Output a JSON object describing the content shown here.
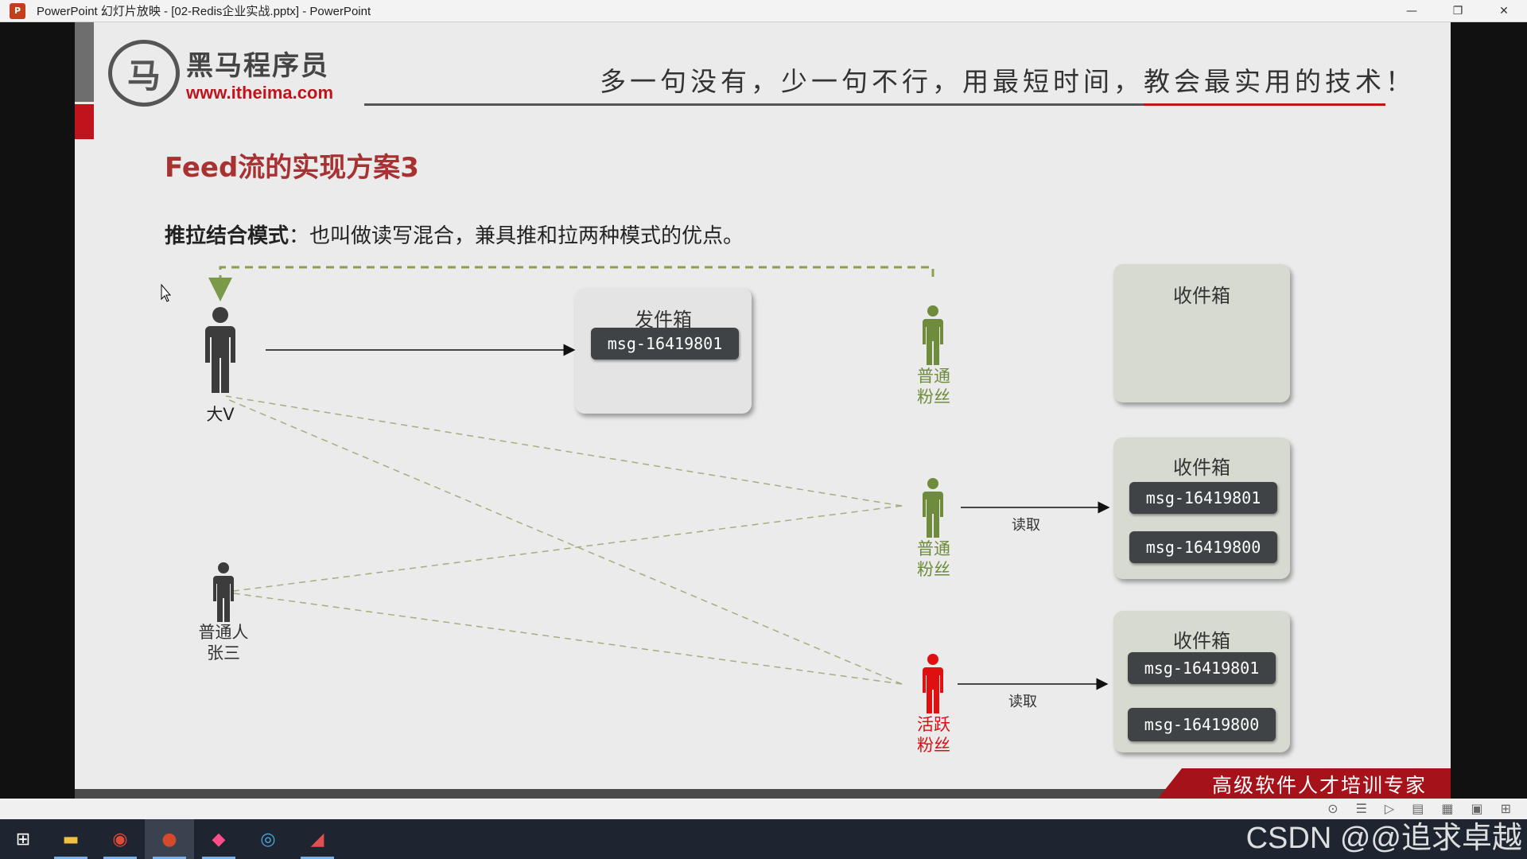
{
  "window": {
    "title": "PowerPoint 幻灯片放映 - [02-Redis企业实战.pptx] - PowerPoint",
    "icon": "P",
    "controls": [
      "—",
      "❐",
      "✕"
    ]
  },
  "slide": {
    "logo_mark": "马",
    "logo_cn": "黑马程序员",
    "logo_url": "www.itheima.com",
    "slogan": "多一句没有，少一句不行，用最短时间，教会最实用的技术！",
    "title": "Feed流的实现方案3",
    "desc_bold": "推拉结合模式",
    "desc_rest": "：也叫做读写混合，兼具推和拉两种模式的优点。",
    "outbox": {
      "title": "发件箱",
      "msgs": [
        "msg-16419801"
      ]
    },
    "inboxes": [
      {
        "title": "收件箱",
        "msgs": []
      },
      {
        "title": "收件箱",
        "msgs": [
          "msg-16419801",
          "msg-16419800"
        ]
      },
      {
        "title": "收件箱",
        "msgs": [
          "msg-16419801",
          "msg-16419800"
        ]
      }
    ],
    "people": {
      "bigv": "大V",
      "normal_user": [
        "普通人",
        "张三"
      ],
      "fan1": [
        "普通",
        "粉丝"
      ],
      "fan2": [
        "普通",
        "粉丝"
      ],
      "active_fan": [
        "活跃",
        "粉丝"
      ]
    },
    "read_labels": [
      "读取",
      "读取"
    ],
    "footer": "高级软件人才培训专家",
    "colors": {
      "accent_red": "#c0141c",
      "title_red": "#a83232",
      "fan_green": "#6e8c3c",
      "person_dark": "#3c3c3c",
      "active_red": "#e01010"
    }
  },
  "slideshow_bar": {
    "icons": [
      "prev-icon",
      "menu-icon",
      "play-icon",
      "notes-icon",
      "grid-icon",
      "reading-view-icon",
      "slideshow-icon"
    ]
  },
  "taskbar": {
    "items": [
      "start-icon",
      "file-explorer-icon",
      "chrome-icon",
      "powerpoint-icon",
      "intellij-icon",
      "app-icon",
      "tool-icon"
    ]
  },
  "watermark": "CSDN @@追求卓越"
}
